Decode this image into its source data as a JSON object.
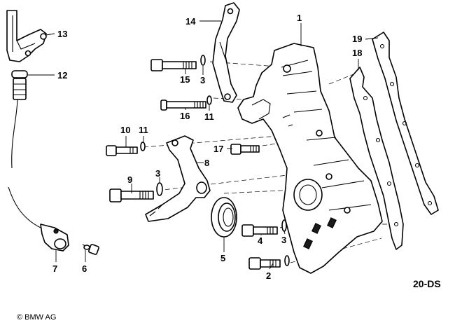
{
  "diagram_code": "20-DS",
  "copyright": "© BMW AG",
  "callouts": {
    "c1": "1",
    "c2": "2",
    "c3a": "3",
    "c3b": "3",
    "c3c": "3",
    "c4": "4",
    "c5": "5",
    "c6": "6",
    "c7": "7",
    "c8": "8",
    "c9": "9",
    "c10": "10",
    "c11a": "11",
    "c11b": "11",
    "c12": "12",
    "c13": "13",
    "c14": "14",
    "c15": "15",
    "c16": "16",
    "c17": "17",
    "c18": "18",
    "c19": "19"
  }
}
